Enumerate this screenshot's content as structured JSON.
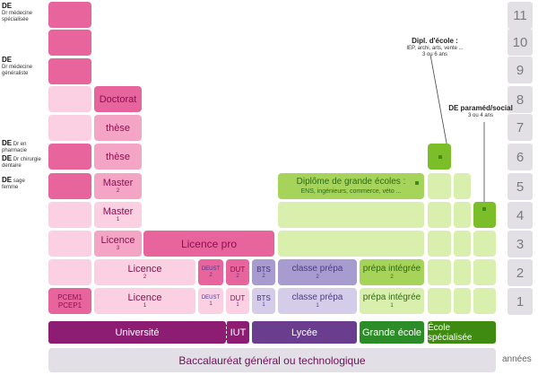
{
  "years": [
    "11",
    "10",
    "9",
    "8",
    "7",
    "6",
    "5",
    "4",
    "3",
    "2",
    "1"
  ],
  "years_label": "années",
  "bottom": {
    "bac": "Baccalauréat général ou technologique",
    "universite": "Université",
    "iut": "IUT",
    "lycee": "Lycée",
    "grande_ecole": "Grande école",
    "ecole_specialisee": "École spécialisée"
  },
  "side_labels": {
    "de_specialiste": [
      "DE",
      "Dr médecine",
      "spécialisée"
    ],
    "de_generaliste": [
      "DE",
      "Dr médecine",
      "généraliste"
    ],
    "de_pharmacie": [
      "DE",
      "Dr en",
      "pharmacie"
    ],
    "de_dentaire": [
      "DE",
      "Dr chirurgie",
      "dentaire"
    ],
    "de_sagefemme": [
      "DE",
      "sage",
      "femme"
    ]
  },
  "university": {
    "doctorat": "Doctorat",
    "these": "thèse",
    "master": "Master",
    "licence": "Licence",
    "licence_pro": "Licence pro",
    "pcem1": "PCEM1",
    "pcep1": "PCEP1",
    "num1": "1",
    "num2": "2",
    "num3": "3"
  },
  "iut": {
    "deust": "DEUST",
    "dut": "DUT",
    "bts": "BTS"
  },
  "lycee": {
    "classe_prepa": "classe prépa"
  },
  "grande_ecole": {
    "prepa_integree": "prépa intégrée",
    "diplome_title": "Diplôme de grande écoles :",
    "diplome_detail": "ENS, ingénieurs, commerce, véto ..."
  },
  "notes": {
    "dipl_ecole_title": "Dipl. d'école :",
    "dipl_ecole_detail": "IEP, archi, arts, vente ...",
    "dipl_ecole_duree": "3 ou 6 ans",
    "paramed_title": "DE paraméd/social",
    "paramed_duree": "3 ou 4 ans"
  },
  "colors": {
    "pink_light": "#fbd0e3",
    "pink_mid": "#f4a5c6",
    "pink_dark": "#e8649c",
    "green_light": "#d9efae",
    "green_mid": "#a6d45a",
    "green_dark": "#7cbd2a",
    "lavender": "#d4cce9",
    "lavender_dark": "#a79bcf",
    "universite": "#8d1d73",
    "lycee": "#6a3d8f",
    "grande_ecole": "#2c8c27",
    "ecole_specialisee": "#3f8a10"
  }
}
